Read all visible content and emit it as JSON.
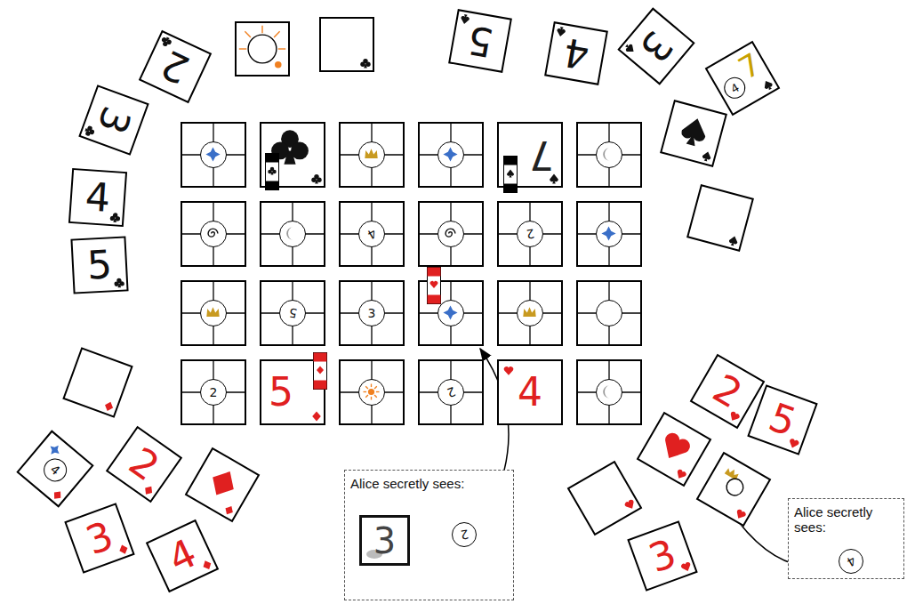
{
  "diagram": {
    "nodes": [
      {
        "text": [
          "2"
        ]
      },
      {
        "text": [
          "5"
        ]
      },
      {
        "text": [
          "4"
        ]
      },
      {
        "text": [
          "3"
        ]
      },
      {
        "text": [
          "7",
          "4"
        ]
      },
      {
        "text": [
          "3"
        ]
      },
      {
        "text": [
          "7"
        ]
      },
      {
        "text": [
          "4"
        ]
      },
      {
        "text": [
          "4"
        ]
      },
      {
        "text": [
          "2"
        ]
      },
      {
        "text": [
          "5"
        ]
      },
      {
        "text": [
          "5"
        ]
      },
      {
        "text": [
          "3"
        ]
      },
      {
        "text": [
          "2"
        ]
      },
      {
        "text": [
          "5"
        ]
      },
      {
        "text": [
          "2"
        ]
      },
      {
        "text": [
          "4"
        ]
      },
      {
        "text": [
          "2"
        ]
      },
      {
        "text": [
          "5"
        ]
      },
      {
        "text": [
          "4"
        ]
      },
      {
        "text": [
          "2"
        ]
      },
      {
        "text": [
          "Alice secretly sees:"
        ]
      },
      {
        "text": [
          "3"
        ],
        "in": 21
      },
      {
        "text": [
          "2"
        ],
        "in": 21
      },
      {
        "text": [
          "Alice secretly sees:"
        ]
      },
      {
        "text": [
          "4"
        ],
        "in": 24
      },
      {
        "text": [
          "3"
        ]
      },
      {
        "text": [
          "4"
        ]
      },
      {
        "text": [
          "3"
        ]
      }
    ]
  }
}
